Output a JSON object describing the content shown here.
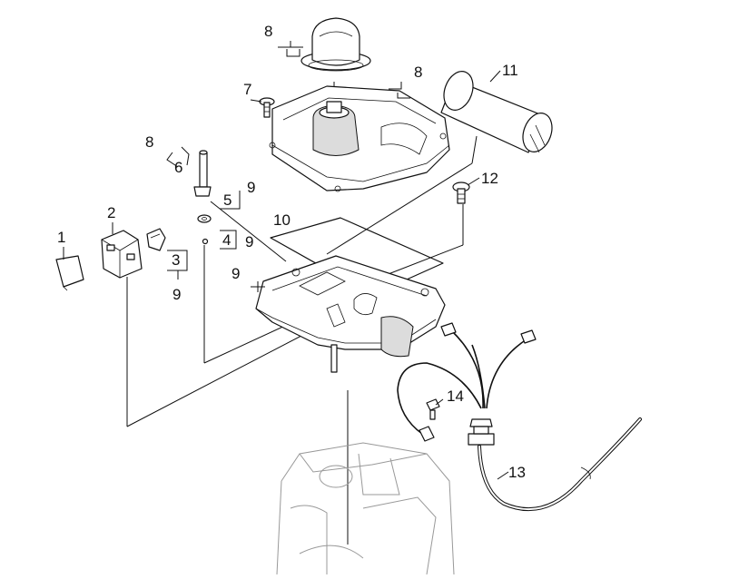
{
  "callouts": [
    {
      "id": "c1",
      "text": "1"
    },
    {
      "id": "c2",
      "text": "2"
    },
    {
      "id": "c3",
      "text": "3"
    },
    {
      "id": "c3b",
      "text": "9"
    },
    {
      "id": "c4",
      "text": "4"
    },
    {
      "id": "c4b",
      "text": "9"
    },
    {
      "id": "c5",
      "text": "5"
    },
    {
      "id": "c5b",
      "text": "9"
    },
    {
      "id": "c6",
      "text": "6"
    },
    {
      "id": "c6b",
      "text": "8"
    },
    {
      "id": "c7",
      "text": "7"
    },
    {
      "id": "c8a",
      "text": "8"
    },
    {
      "id": "c8b",
      "text": "8"
    },
    {
      "id": "c9",
      "text": "9"
    },
    {
      "id": "c10",
      "text": "10"
    },
    {
      "id": "c11",
      "text": "11"
    },
    {
      "id": "c12",
      "text": "12"
    },
    {
      "id": "c13",
      "text": "13"
    },
    {
      "id": "c14",
      "text": "14"
    }
  ]
}
